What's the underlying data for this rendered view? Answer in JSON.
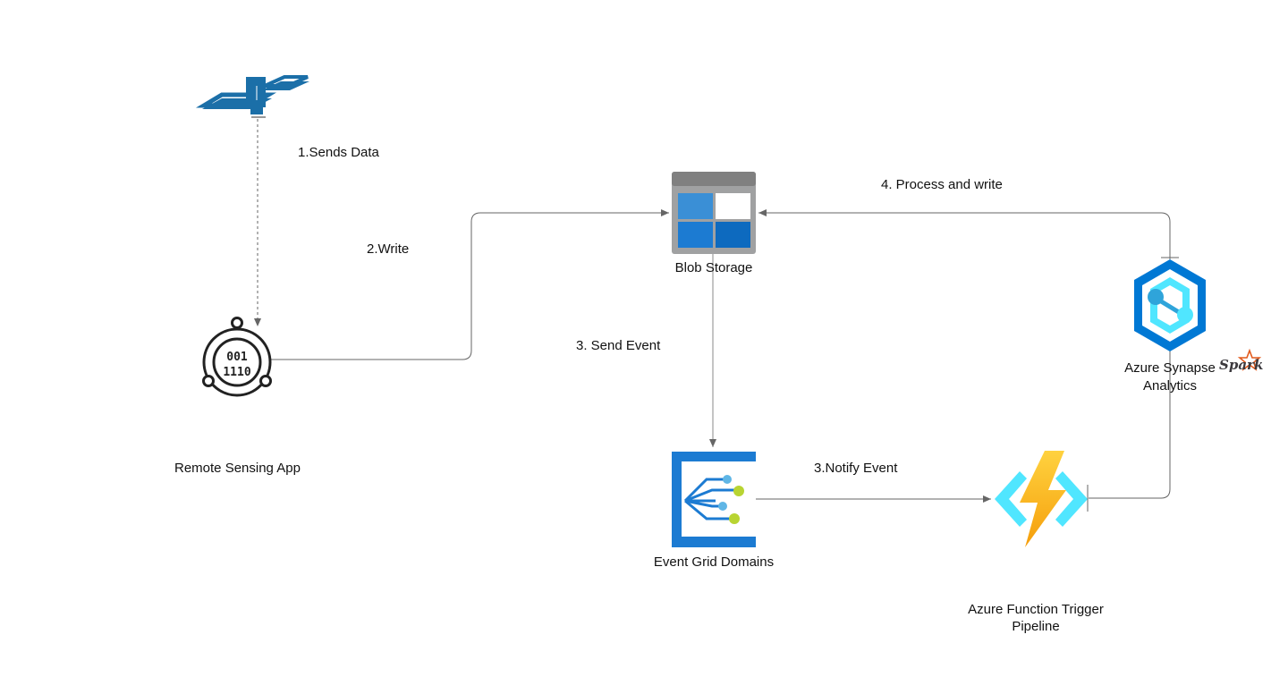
{
  "nodes": {
    "satellite": {
      "label": "",
      "icon": "satellite-icon"
    },
    "remote_app": {
      "label": "Remote Sensing App",
      "icon": "binary-app-icon"
    },
    "blob": {
      "label": "Blob Storage",
      "icon": "blob-storage-icon"
    },
    "eventgrid": {
      "label": "Event Grid Domains",
      "icon": "event-grid-icon"
    },
    "function": {
      "label_line1": "Azure Function  Trigger",
      "label_line2": "Pipeline",
      "icon": "azure-function-icon"
    },
    "synapse": {
      "label_line1": "Azure Synapse",
      "label_line2": "Analytics",
      "icon": "synapse-icon",
      "badge": "Spark"
    }
  },
  "edges": {
    "sends_data": "1.Sends Data",
    "write": "2.Write",
    "send_event": "3. Send Event",
    "notify_event": "3.Notify Event",
    "process_write": "4. Process and write"
  },
  "colors": {
    "azure_blue": "#0072C6",
    "light_blue": "#50E6FF",
    "satellite_blue": "#1B6FA8",
    "bolt_yellow": "#FFB900",
    "connector": "#666666",
    "blob_gray": "#999999",
    "spark_orange": "#E25A1C"
  }
}
